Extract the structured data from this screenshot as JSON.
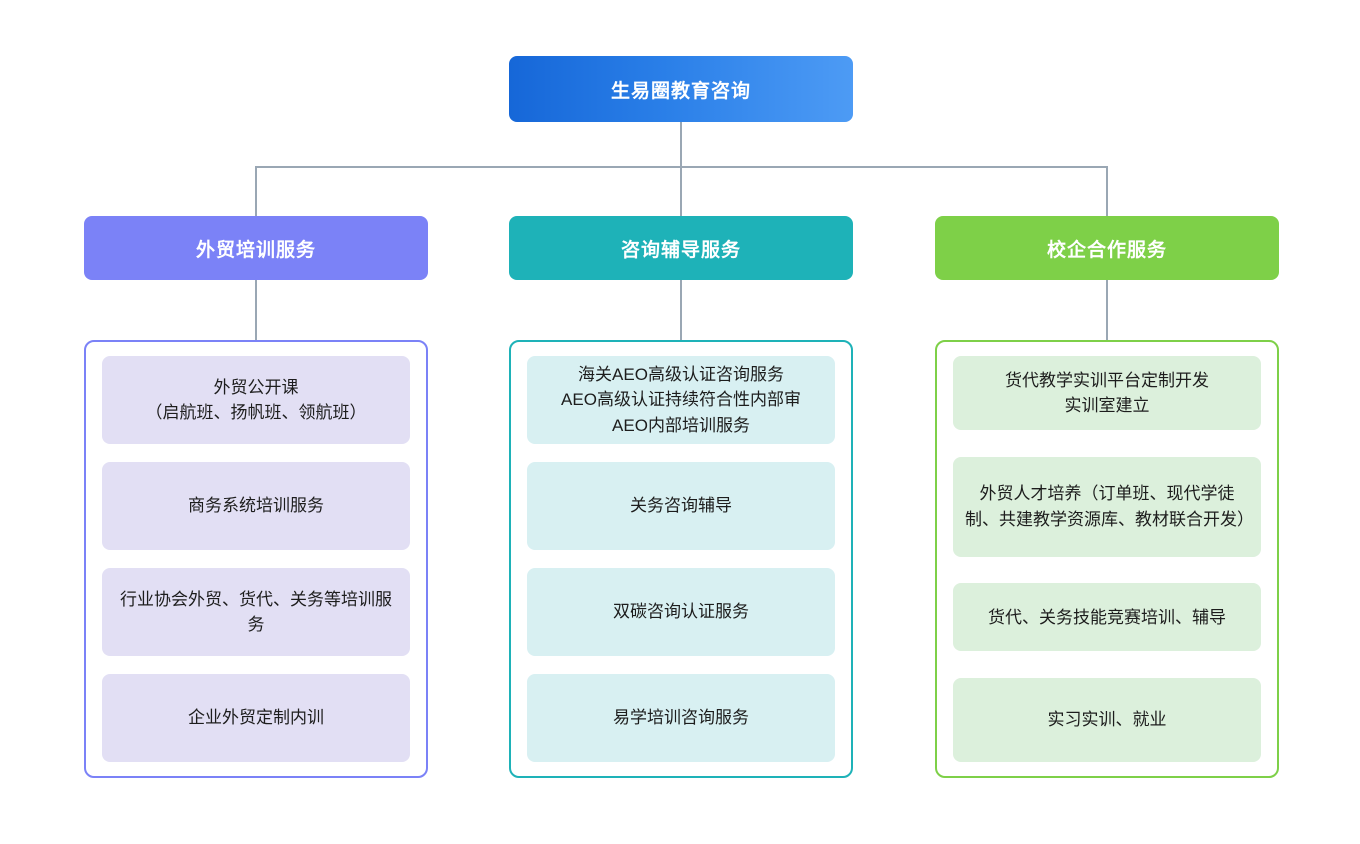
{
  "chart_data": {
    "type": "diagram",
    "title": "生易圈教育咨询",
    "layout": "org-chart",
    "root": {
      "label": "生易圈教育咨询",
      "color": "#2a7fe8",
      "gradient_from": "#1667d8",
      "gradient_to": "#4d9bf5"
    },
    "branches": [
      {
        "label": "外贸培训服务",
        "color": "#7b82f7",
        "card_color": "#e2dff4",
        "items": [
          "外贸公开课\n（启航班、扬帆班、领航班）",
          "商务系统培训服务",
          "行业协会外贸、货代、关务等培训服务",
          "企业外贸定制内训"
        ]
      },
      {
        "label": "咨询辅导服务",
        "color": "#1eb2b8",
        "card_color": "#d8f0f2",
        "items": [
          "海关AEO高级认证咨询服务\nAEO高级认证持续符合性内部审\nAEO内部培训服务",
          "关务咨询辅导",
          "双碳咨询认证服务",
          "易学培训咨询服务"
        ]
      },
      {
        "label": "校企合作服务",
        "color": "#7ed048",
        "card_color": "#dcf0dc",
        "items": [
          "货代教学实训平台定制开发\n实训室建立",
          "外贸人才培养（订单班、现代学徒制、共建教学资源库、教材联合开发）",
          "货代、关务技能竞赛培训、辅导",
          "实习实训、就业"
        ]
      }
    ],
    "connector_color": "#9aa7b4"
  }
}
